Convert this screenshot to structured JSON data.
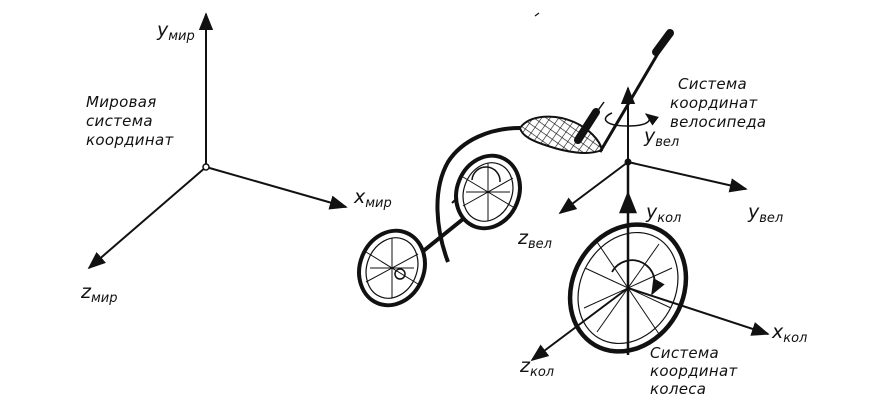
{
  "world": {
    "caption": [
      "Мировая",
      "система",
      "координат"
    ],
    "y_axis": {
      "main": "y",
      "sub": "мир"
    },
    "x_axis": {
      "main": "x",
      "sub": "мир"
    },
    "z_axis": {
      "main": "z",
      "sub": "мир"
    }
  },
  "bike": {
    "caption": [
      "Система",
      "координат",
      "велосипеда"
    ],
    "y_axis": {
      "main": "y",
      "sub": "вел"
    },
    "x_axis": {
      "main": "y",
      "sub": "вел"
    },
    "z_axis": {
      "main": "z",
      "sub": "вел"
    }
  },
  "wheel": {
    "caption": [
      "Система",
      "координат",
      "колеса"
    ],
    "y_axis": {
      "main": "y",
      "sub": "кол"
    },
    "x_axis": {
      "main": "x",
      "sub": "кол"
    },
    "z_axis": {
      "main": "z",
      "sub": "кол"
    }
  },
  "colors": {
    "ink": "#111111",
    "paper": "#ffffff"
  }
}
